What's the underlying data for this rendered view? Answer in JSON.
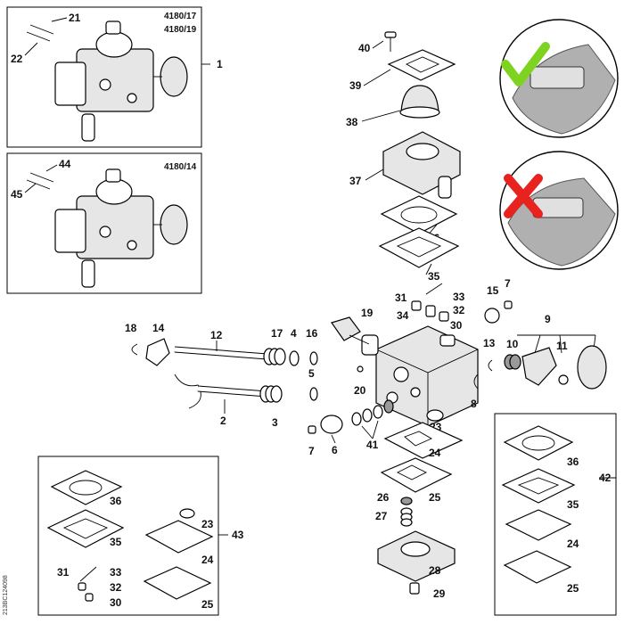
{
  "models": {
    "top": [
      "4180/17",
      "4180/19"
    ],
    "second": "4180/14"
  },
  "side_code": "213BC124098",
  "labels": {
    "p1": "1",
    "p2": "2",
    "p3": "3",
    "p4": "4",
    "p5": "5",
    "p6": "6",
    "p7a": "7",
    "p7b": "7",
    "p8": "8",
    "p9": "9",
    "p10": "10",
    "p11": "11",
    "p12": "12",
    "p13": "13",
    "p14": "14",
    "p15": "15",
    "p16": "16",
    "p17": "17",
    "p18": "18",
    "p19": "19",
    "p20": "20",
    "p21": "21",
    "p22": "22",
    "p23a": "23",
    "p23b": "23",
    "p24a": "24",
    "p24b": "24",
    "p24c": "24",
    "p25a": "25",
    "p25b": "25",
    "p25c": "25",
    "p26": "26",
    "p27": "27",
    "p28": "28",
    "p29": "29",
    "p30a": "30",
    "p30b": "30",
    "p31a": "31",
    "p31b": "31",
    "p32a": "32",
    "p32b": "32",
    "p33a": "33",
    "p33b": "33",
    "p34": "34",
    "p35a": "35",
    "p35b": "35",
    "p35c": "35",
    "p36a": "36",
    "p36b": "36",
    "p36c": "36",
    "p37": "37",
    "p38": "38",
    "p39": "39",
    "p40": "40",
    "p41": "41",
    "p42": "42",
    "p43": "43",
    "p44": "44",
    "p45": "45"
  },
  "colors": {
    "check": "#7ed321",
    "cross": "#e8231f",
    "photo": "#b0b0b0"
  }
}
